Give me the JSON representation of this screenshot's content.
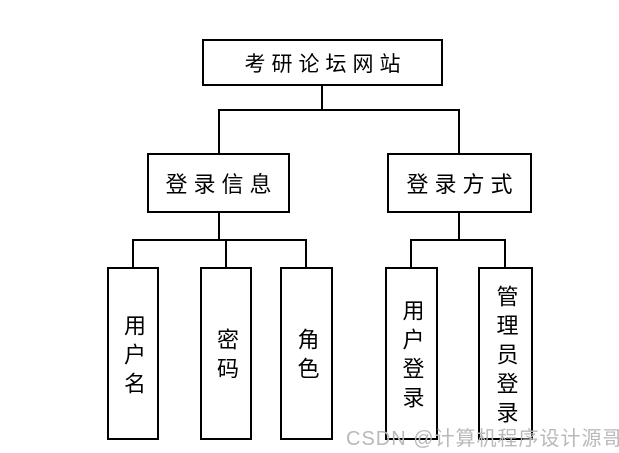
{
  "colors": {
    "background": "#ffffff",
    "line": "#000000",
    "box_border": "#000000",
    "watermark": "#b9b9b9"
  },
  "diagram": {
    "type": "hierarchy-tree",
    "root": {
      "label": "考研论坛网站"
    },
    "branches": [
      {
        "label": "登录信息",
        "children": [
          {
            "label": "用户名"
          },
          {
            "label": "密码"
          },
          {
            "label": "角色"
          }
        ]
      },
      {
        "label": "登录方式",
        "children": [
          {
            "label": "用户登录"
          },
          {
            "label": "管理员登录"
          }
        ]
      }
    ]
  },
  "watermark": {
    "text": "CSDN @计算机程序设计源哥"
  }
}
